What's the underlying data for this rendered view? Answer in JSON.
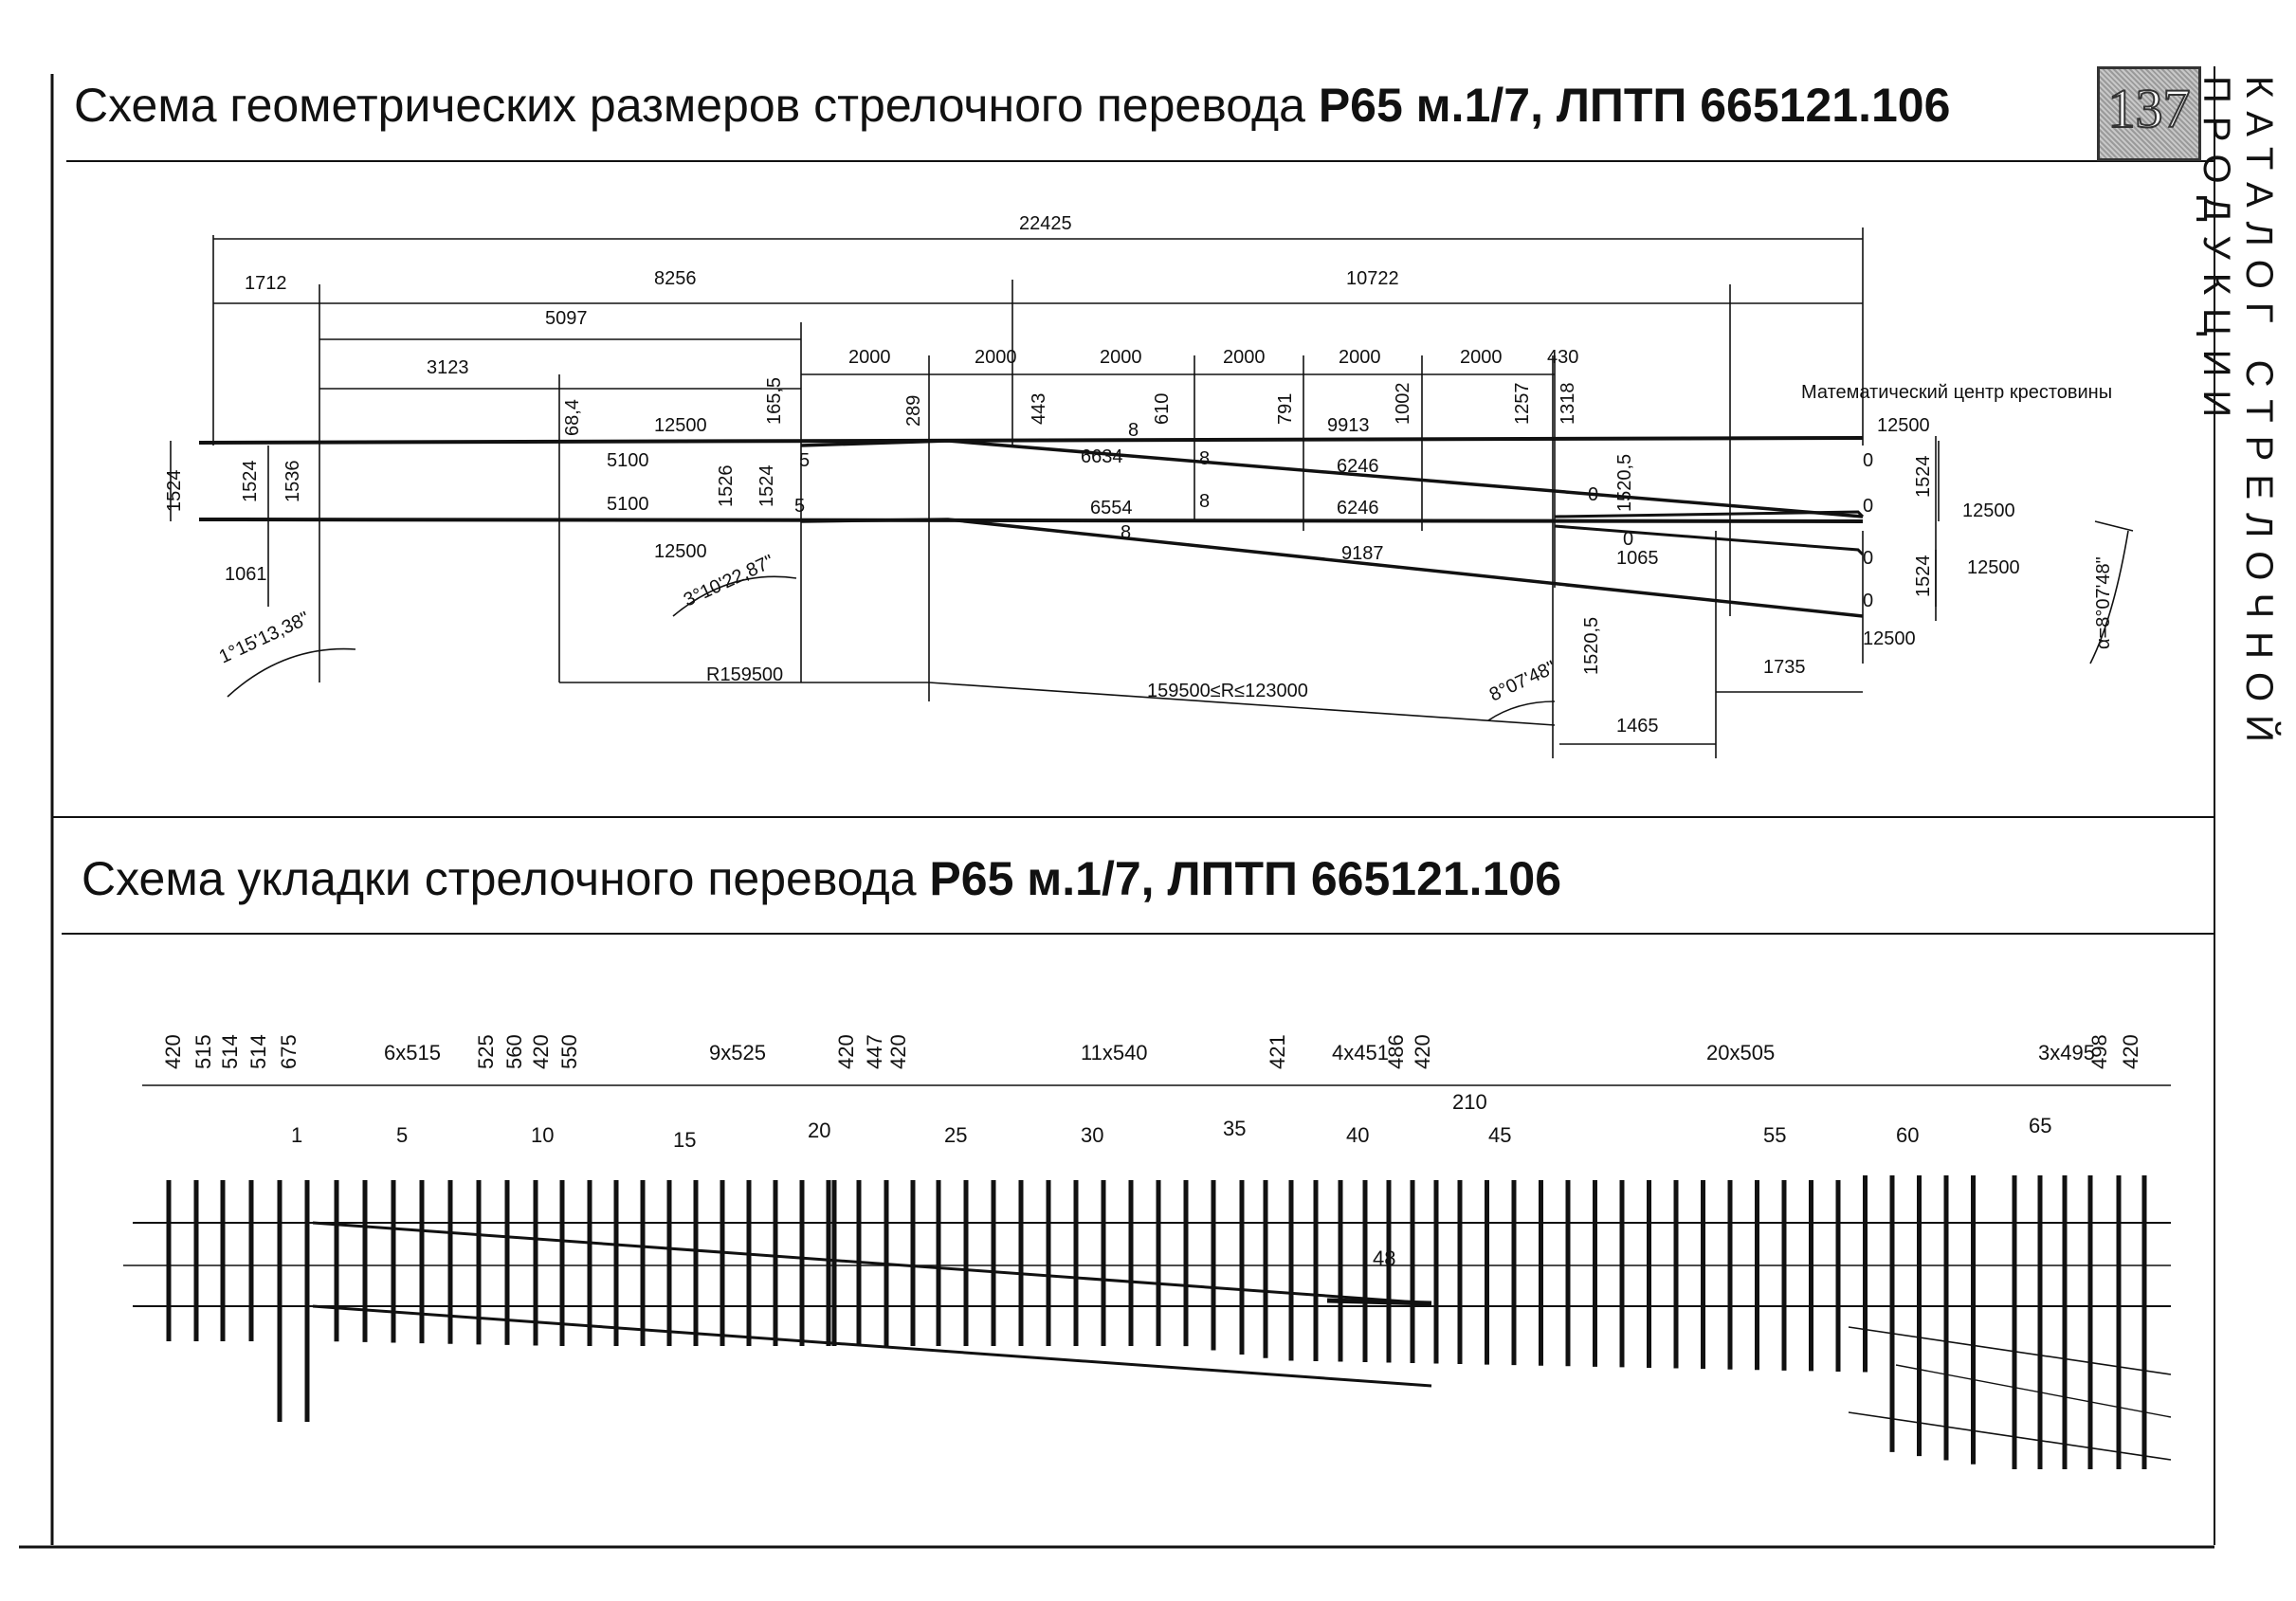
{
  "header": {
    "title1_normal": "Схема геометрических размеров стрелочного перевода ",
    "title1_bold": "Р65 м.1/7,  ЛПТП 665121.106",
    "title2_normal": "Схема укладки стрелочного перевода ",
    "title2_bold": "Р65 м.1/7,  ЛПТП 665121.106",
    "page_number": "137",
    "side_caption": "КАТАЛОГ СТРЕЛОЧНОЙ ПРОДУКЦИИ"
  },
  "geometry": {
    "total_length": "22425",
    "dim_1712": "1712",
    "dim_8256": "8256",
    "dim_10722": "10722",
    "dim_5097": "5097",
    "dim_3123": "3123",
    "dim_2000": "2000",
    "dim_430": "430",
    "dim_68_4": "68,4",
    "dim_165_5": "165,5",
    "dim_289": "289",
    "dim_443": "443",
    "dim_610": "610",
    "dim_791": "791",
    "dim_1002": "1002",
    "dim_1257": "1257",
    "dim_1318": "1318",
    "dim_12500": "12500",
    "dim_5100": "5100",
    "dim_6634": "6634",
    "dim_6554": "6554",
    "dim_6246": "6246",
    "dim_9913": "9913",
    "dim_9187": "9187",
    "dim_1065": "1065",
    "dim_1524": "1524",
    "dim_1536": "1536",
    "dim_1526": "1526",
    "dim_1520_5": "1520,5",
    "dim_1061": "1061",
    "dim_1735": "1735",
    "dim_1465": "1465",
    "dim_5": "5",
    "dim_8": "8",
    "dim_0": "0",
    "angle_1": "1°15'13,38\"",
    "angle_2": "3°10'22,87\"",
    "angle_3": "8°07'48\"",
    "angle_alpha": "α=8°07'48\"",
    "radius_1": "R159500",
    "radius_2": "159500≤R≤123000",
    "math_center": "Математический центр крестовины"
  },
  "layout_scheme": {
    "spacing_labels": [
      "420",
      "515",
      "514",
      "514",
      "675",
      "6x515",
      "525",
      "560",
      "420",
      "550",
      "9x525",
      "420",
      "447",
      "420",
      "11x540",
      "421",
      "4x451",
      "486",
      "420",
      "20x505",
      "3x495",
      "498",
      "420"
    ],
    "extra_labels": [
      "210",
      "48"
    ],
    "tie_numbers": [
      "1",
      "5",
      "10",
      "15",
      "20",
      "25",
      "30",
      "35",
      "40",
      "45",
      "55",
      "60",
      "65"
    ]
  }
}
